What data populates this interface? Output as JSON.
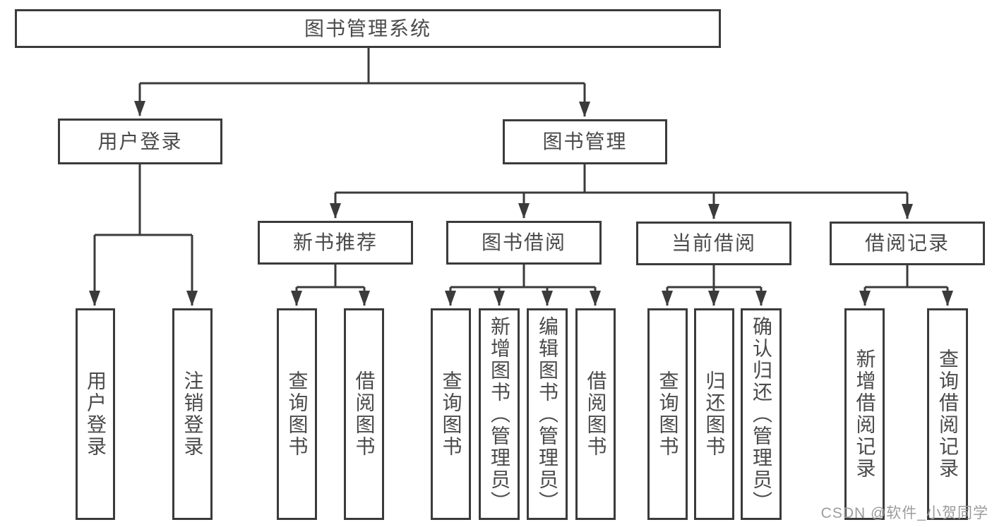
{
  "diagram": {
    "root": {
      "label": "图书管理系统"
    },
    "branches": [
      {
        "label": "用户登录",
        "children": [
          {
            "label": "用户登录"
          },
          {
            "label": "注销登录"
          }
        ]
      },
      {
        "label": "图书管理",
        "children": [
          {
            "label": "新书推荐",
            "children": [
              {
                "label": "查询图书"
              },
              {
                "label": "借阅图书"
              }
            ]
          },
          {
            "label": "图书借阅",
            "children": [
              {
                "label": "查询图书"
              },
              {
                "label": "新增图书（管理员）"
              },
              {
                "label": "编辑图书（管理员）"
              },
              {
                "label": "借阅图书"
              }
            ]
          },
          {
            "label": "当前借阅",
            "children": [
              {
                "label": "查询图书"
              },
              {
                "label": "归还图书"
              },
              {
                "label": "确认归还（管理员）"
              }
            ]
          },
          {
            "label": "借阅记录",
            "children": [
              {
                "label": "新增借阅记录"
              },
              {
                "label": "查询借阅记录"
              }
            ]
          }
        ]
      }
    ]
  },
  "watermark": {
    "text": "CSDN @软件_小贺同学"
  },
  "colors": {
    "line": "#3b3b3b",
    "text": "#4a4a4a",
    "background": "#ffffff",
    "watermark": "#9c9c9c"
  }
}
